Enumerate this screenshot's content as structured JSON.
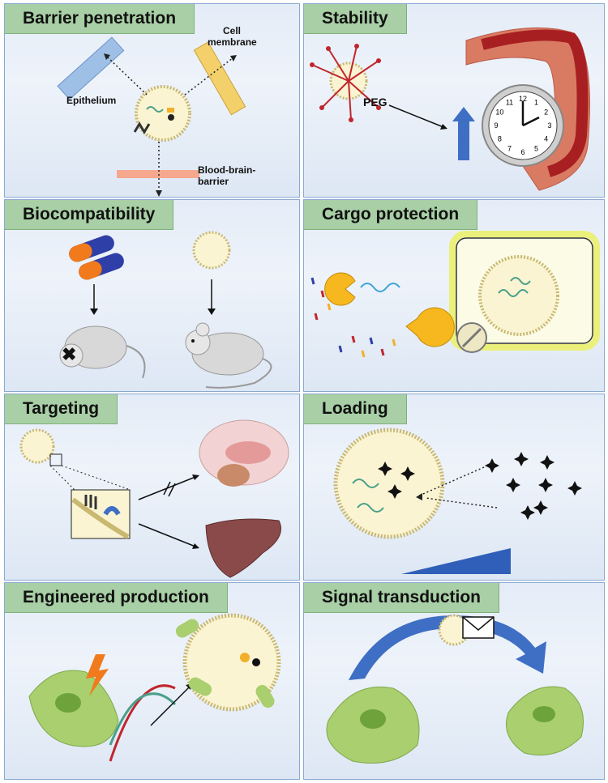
{
  "panels": {
    "barrier": {
      "title": "Barrier penetration",
      "labels": {
        "cell_membrane_line1": "Cell",
        "cell_membrane_line2": "membrane",
        "epithelium": "Epithelium",
        "bbb_line1": "Blood-brain-",
        "bbb_line2": "barrier"
      }
    },
    "stability": {
      "title": "Stability",
      "labels": {
        "peg": "PEG"
      }
    },
    "biocompat": {
      "title": "Biocompatibility"
    },
    "cargo": {
      "title": "Cargo protection"
    },
    "targeting": {
      "title": "Targeting"
    },
    "loading": {
      "title": "Loading"
    },
    "engineered": {
      "title": "Engineered production"
    },
    "signal": {
      "title": "Signal transduction"
    }
  },
  "clock": {
    "numbers": [
      "12",
      "1",
      "2",
      "3",
      "4",
      "5",
      "6",
      "7",
      "8",
      "9",
      "10",
      "11"
    ]
  },
  "colors": {
    "header_bg": "#a8cfa5",
    "panel_border": "#8aa9d0",
    "vesicle_fill": "#fbf4d2",
    "cell_green": "#a9cf6e",
    "arrow_blue": "#3f6fc4",
    "liver": "#8a4a4a"
  }
}
